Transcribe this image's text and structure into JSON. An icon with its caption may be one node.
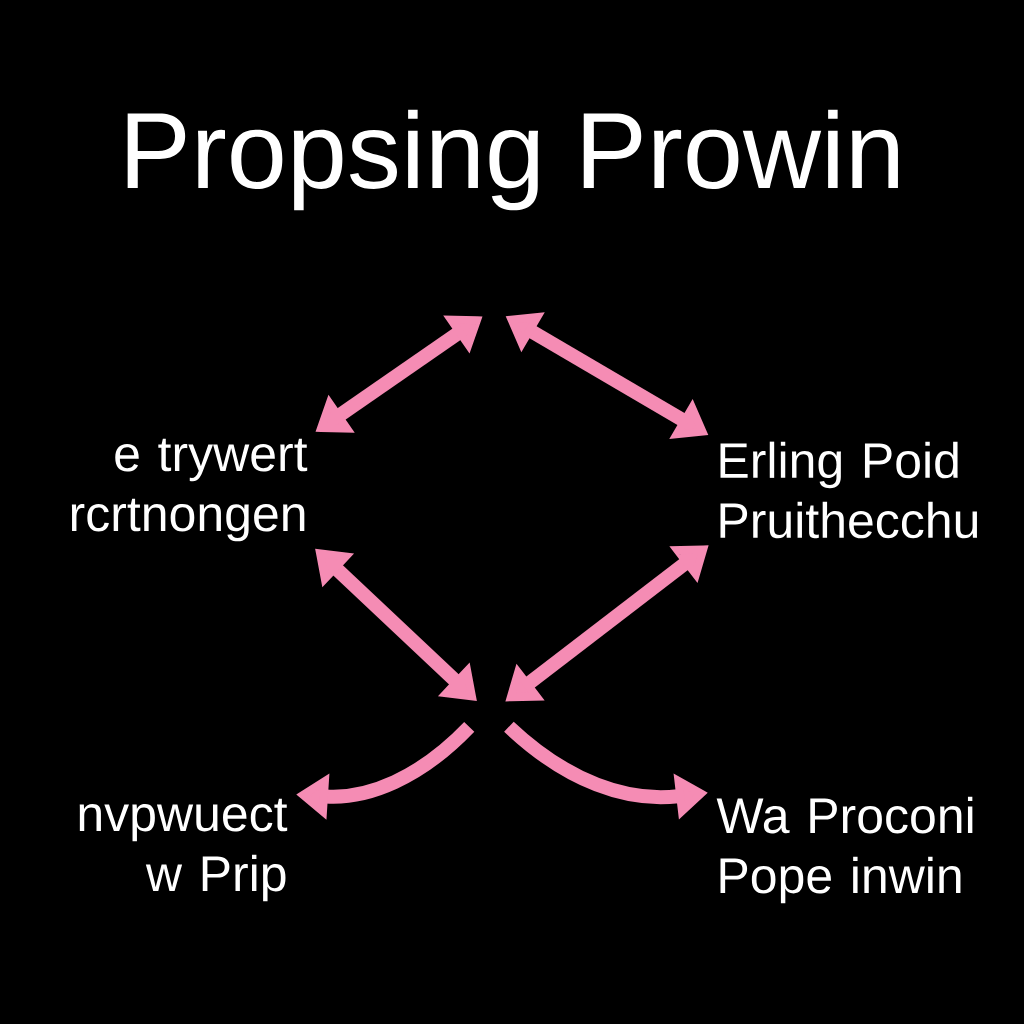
{
  "diagram": {
    "title": "Propsing Prowin",
    "nodes": [
      {
        "text": [
          "e trywert rcrtnongen"
        ]
      },
      {
        "text": [
          "Erling Poid Pruithecchu"
        ]
      },
      {
        "text": [
          "nvpwuect w Prip"
        ]
      },
      {
        "text": [
          "Wa Proconi Pope inwin"
        ]
      }
    ],
    "edges": [
      {
        "from": null,
        "to": 0,
        "arrow": "both"
      },
      {
        "from": null,
        "to": 1,
        "arrow": "both"
      },
      {
        "from": 0,
        "to": null,
        "arrow": "both"
      },
      {
        "from": 1,
        "to": null,
        "arrow": "both"
      },
      {
        "from": null,
        "to": 2,
        "arrow": "to"
      },
      {
        "from": null,
        "to": 3,
        "arrow": "to"
      }
    ]
  }
}
